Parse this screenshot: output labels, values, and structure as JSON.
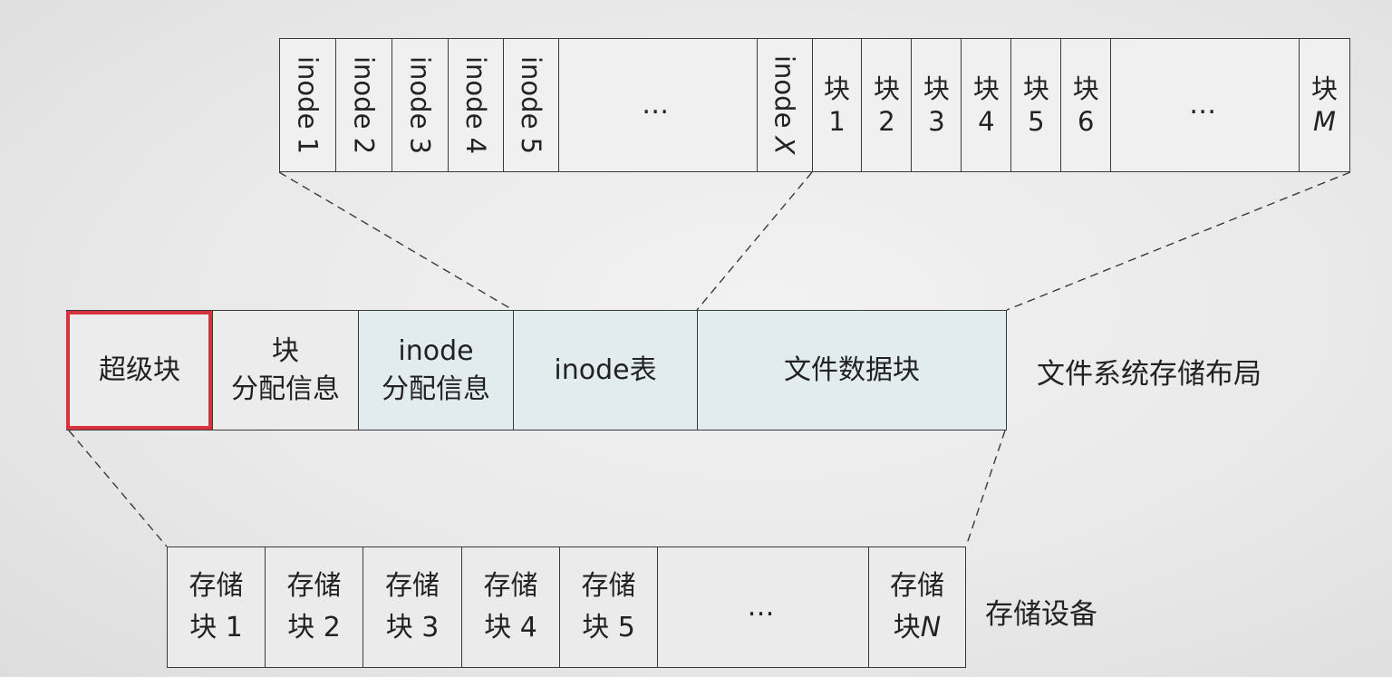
{
  "inode_table_detail": {
    "inodes": [
      "inode 1",
      "inode 2",
      "inode 3",
      "inode 4",
      "inode 5"
    ],
    "inode_ellipsis": "…",
    "inode_last_prefix": "inode ",
    "inode_last_var": "X",
    "blocks": [
      {
        "top": "块",
        "bottom": "1"
      },
      {
        "top": "块",
        "bottom": "2"
      },
      {
        "top": "块",
        "bottom": "3"
      },
      {
        "top": "块",
        "bottom": "4"
      },
      {
        "top": "块",
        "bottom": "5"
      },
      {
        "top": "块",
        "bottom": "6"
      }
    ],
    "block_ellipsis": "…",
    "block_last_top": "块",
    "block_last_var": "M"
  },
  "fs_layout": {
    "superblock": "超级块",
    "block_alloc": {
      "line1": "块",
      "line2": "分配信息"
    },
    "inode_alloc": {
      "line1": "inode",
      "line2": "分配信息"
    },
    "inode_table": "inode表",
    "data_blocks": "文件数据块",
    "label": "文件系统存储布局"
  },
  "storage_device": {
    "blocks": [
      {
        "line1": "存储",
        "line2": "块 1"
      },
      {
        "line1": "存储",
        "line2": "块 2"
      },
      {
        "line1": "存储",
        "line2": "块 3"
      },
      {
        "line1": "存储",
        "line2": "块 4"
      },
      {
        "line1": "存储",
        "line2": "块 5"
      }
    ],
    "ellipsis": "…",
    "last_line1": "存储",
    "last_line2_prefix": "块",
    "last_var": "N",
    "label": "存储设备"
  },
  "colors": {
    "highlight": "#d8323e",
    "line": "#3a3a3a"
  }
}
